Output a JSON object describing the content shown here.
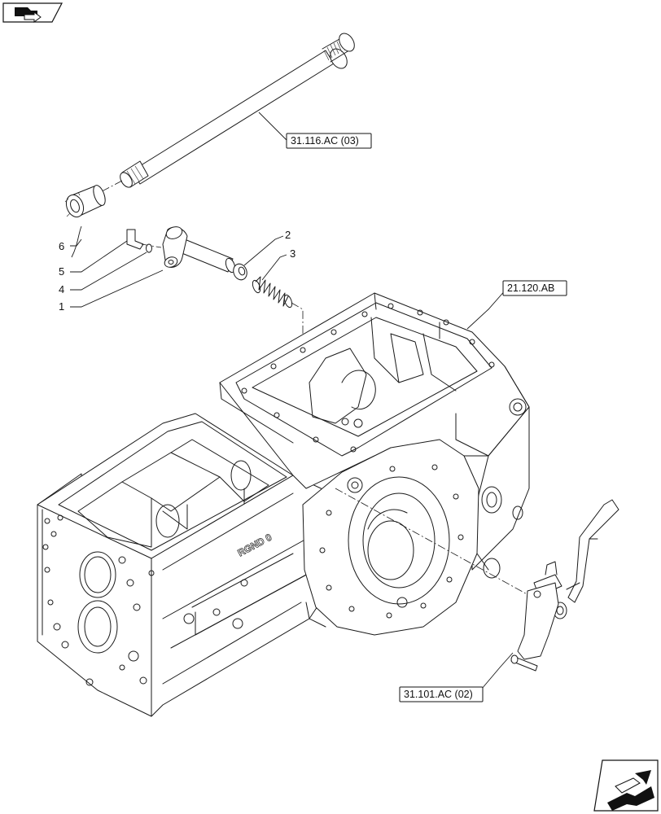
{
  "icons": {
    "top_left": "page-back-arrow-icon",
    "bottom_right": "page-forward-arrow-icon"
  },
  "references": {
    "shaft": "31.116.AC (03)",
    "housing": "21.120.AB",
    "lever": "31.101.AC (02)"
  },
  "callouts": {
    "c1": "1",
    "c2": "2",
    "c3": "3",
    "c4": "4",
    "c5": "5",
    "c6": "6"
  },
  "housing_text": "RGND 0"
}
